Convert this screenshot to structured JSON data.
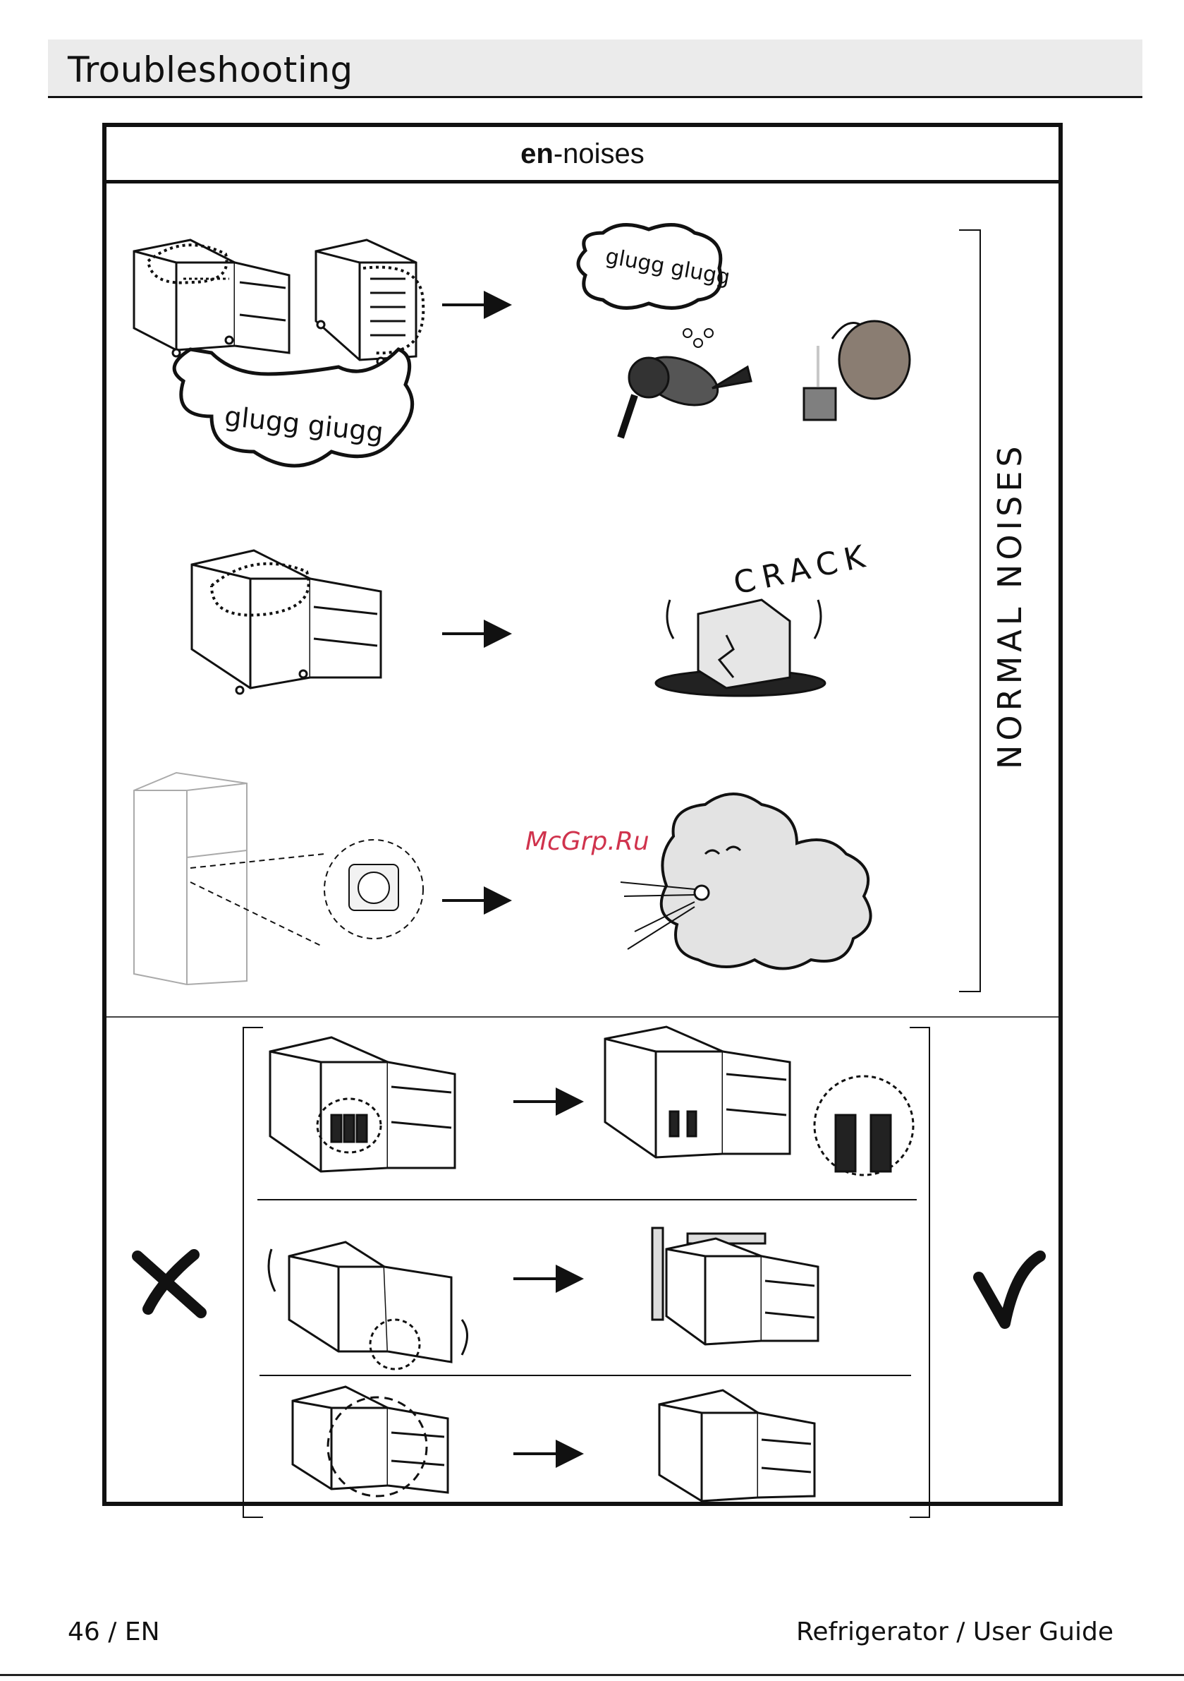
{
  "page": {
    "section_title": "Troubleshooting",
    "footer_left": "46 / EN",
    "footer_right": "Refrigerator / User Guide"
  },
  "panel": {
    "heading_bold": "en",
    "heading_rest": "-noises",
    "side_label": "NORMAL NOISES",
    "watermark": "McGrp.Ru"
  },
  "sounds": {
    "bubble_big": "glugg giugg",
    "bubble_small": "glugg glugg",
    "crack": "CRACK"
  },
  "colors": {
    "ink": "#111111",
    "header_band": "#ebebeb",
    "watermark": "#c8102e"
  }
}
